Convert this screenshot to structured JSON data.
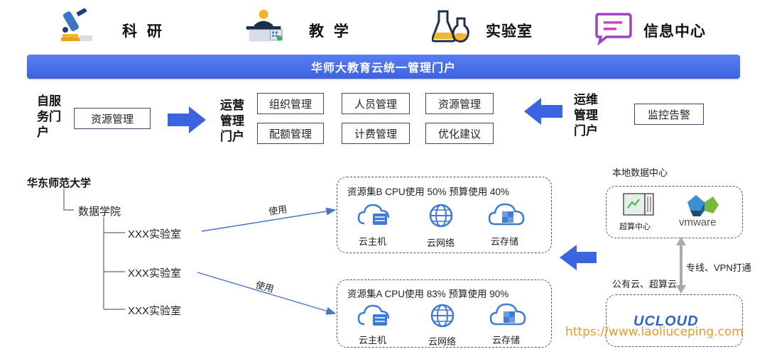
{
  "categories": [
    {
      "label": "科 研",
      "icon": "microscope-icon"
    },
    {
      "label": "教 学",
      "icon": "teacher-podium-icon"
    },
    {
      "label": "实验室",
      "icon": "flask-icon"
    },
    {
      "label": "信息中心",
      "icon": "message-icon"
    }
  ],
  "banner": "华师大教育云统一管理门户",
  "self_service": {
    "label_lines": [
      "自服",
      "务门",
      "户"
    ],
    "items": [
      "资源管理"
    ]
  },
  "operations": {
    "label_lines": [
      "运营",
      "管理",
      "门户"
    ],
    "items": [
      "组织管理",
      "人员管理",
      "资源管理",
      "配额管理",
      "计费管理",
      "优化建议"
    ]
  },
  "maintenance": {
    "label_lines": [
      "运维",
      "管理",
      "门户"
    ],
    "items": [
      "监控告警"
    ]
  },
  "org": {
    "university": "华东师范大学",
    "college": "数据学院",
    "labs": [
      "XXX实验室",
      "XXX实验室",
      "XXX实验室"
    ],
    "edge_label": "使用"
  },
  "resource_sets": [
    {
      "title": "资源集B  CPU使用 50%   预算使用 40%",
      "cpu_usage_pct": 50,
      "budget_usage_pct": 40,
      "items": [
        "云主机",
        "云网络",
        "云存储"
      ]
    },
    {
      "title": "资源集A  CPU使用 83%   预算使用 90%",
      "cpu_usage_pct": 83,
      "budget_usage_pct": 90,
      "items": [
        "云主机",
        "云网络",
        "云存储"
      ]
    }
  ],
  "datacenter": {
    "local_label": "本地数据中心",
    "supercomputing_label": "超算中心",
    "vmware_logo": "vmware",
    "link_label": "专线、VPN打通",
    "public_cloud_label": "公有云、超算云",
    "ucloud_logo": "UCLOUD"
  },
  "watermark": "https://www.laoliuceping.com",
  "colors": {
    "accent_blue": "#3a64e0",
    "box_border": "#3c4a6a",
    "icon_blue": "#3e7bd6",
    "watermark": "#e89a2c"
  }
}
